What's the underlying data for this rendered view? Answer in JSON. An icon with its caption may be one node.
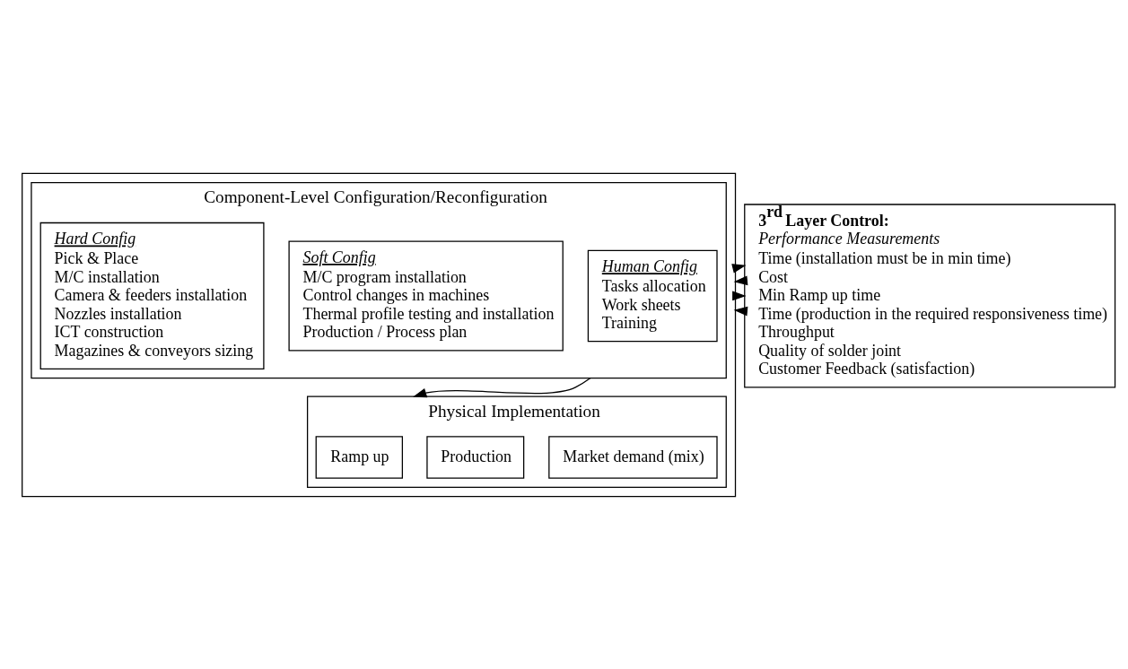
{
  "diagram": {
    "nodes": [
      {
        "text": [],
        "shape": "box"
      },
      {
        "text": [
          "Component-Level Configuration/Reconfiguration"
        ],
        "in": 0
      },
      {
        "text": [
          "Hard Config",
          "Pick & Place",
          "M/C installation",
          "Camera & feeders installation",
          "Nozzles installation",
          "ICT construction",
          "Magazines & conveyors sizing"
        ],
        "in": 1
      },
      {
        "text": [
          "Soft Config",
          "M/C program installation",
          "Control changes in machines",
          "Thermal profile testing and installation",
          "Production / Process plan"
        ],
        "in": 1
      },
      {
        "text": [
          "Human Config",
          "Tasks allocation",
          "Work sheets",
          "Training"
        ],
        "in": 1
      },
      {
        "text": [
          "Physical Implementation"
        ],
        "in": 0
      },
      {
        "text": [
          "Ramp up"
        ],
        "in": 5
      },
      {
        "text": [
          "Production"
        ],
        "in": 5
      },
      {
        "text": [
          "Market demand (mix)"
        ],
        "in": 5
      },
      {
        "text": [
          "3$^{rd}$ Layer Control:",
          "Performance Measurements",
          "Time (installation must be in min time)",
          "Cost",
          "Min Ramp up time",
          "Time (production in the required responsiveness time)",
          "Throughput",
          "Quality of solder joint",
          "Customer Feedback (satisfaction)"
        ]
      }
    ],
    "edges": [
      {
        "from": 1,
        "to": 5,
        "arrow": "to"
      },
      {
        "from": 9,
        "to": 0,
        "arrow": "to"
      },
      {
        "from": 0,
        "to": 9,
        "arrow": "to"
      },
      {
        "from": 9,
        "to": 0,
        "arrow": "to"
      },
      {
        "from": 0,
        "to": 9,
        "arrow": "to"
      }
    ]
  }
}
